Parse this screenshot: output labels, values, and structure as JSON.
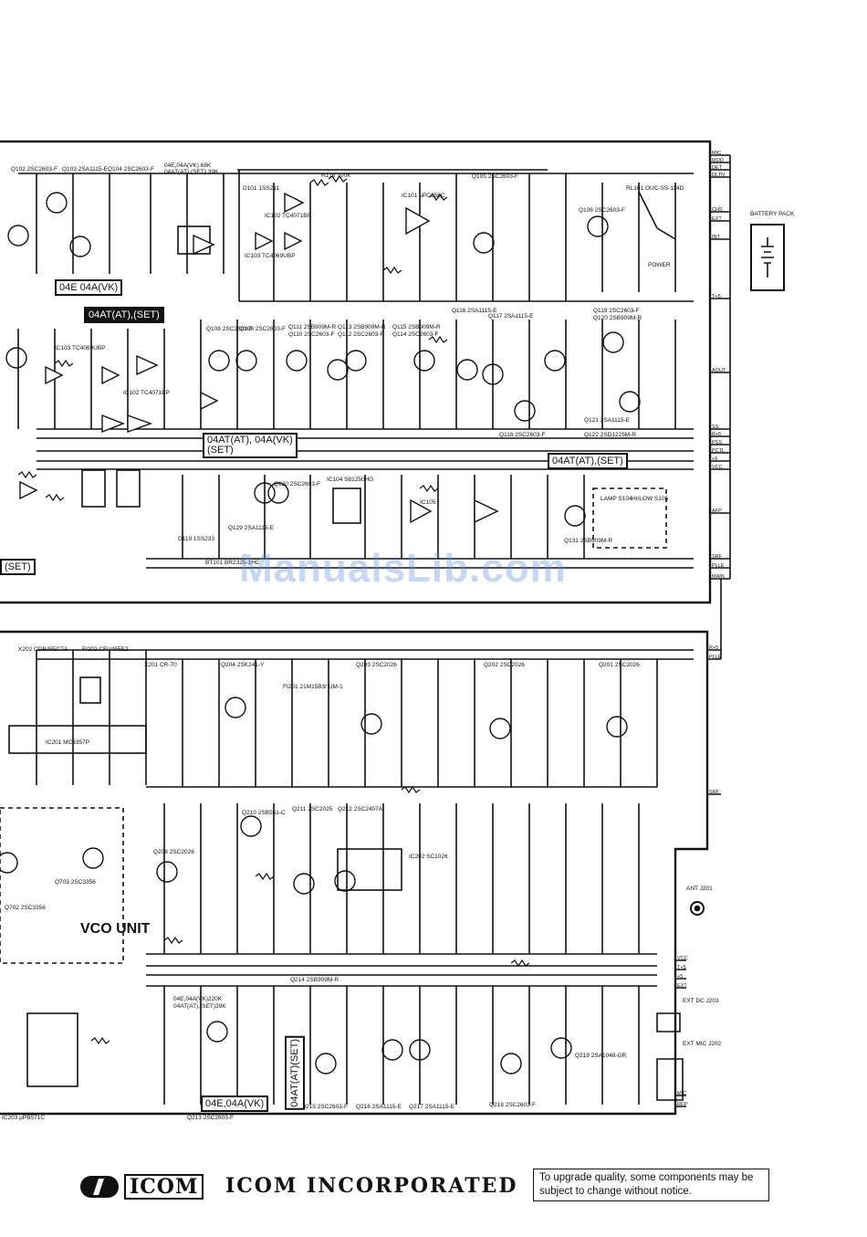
{
  "labels": {
    "q102": "Q102 2SC2603-F",
    "q103": "Q103 2SA1115-E",
    "q104": "Q104 2SC2603-F",
    "note_04e": "04E,04A(VK) 68K",
    "note_04at": "04AT(AT),(SET) 39K",
    "d101": "D101 1SS211",
    "ic101": "IC101 μPC358C",
    "r176": "R176 100K",
    "q105": "Q105 2SC2603-F",
    "ic102a": "IC102 TC4071BP",
    "ic103": "IC103 TC4069UBP",
    "ic102": "IC102 TC4071BP",
    "rl101": "RL101 OUC-SS-114D",
    "q106": "Q106 2SC2603-F",
    "battery": "BATTERY PACK",
    "power": "POWER",
    "q116": "Q116 2SA1115-E",
    "q117": "Q117 2SA1115-E",
    "q119": "Q119 2SC2603-F",
    "q120": "Q120 2SB909M-R",
    "q108": "Q108 2SC2603-F",
    "q109": "Q109 2SC2603-F",
    "q111": "Q111 2SB909M-R",
    "q113": "Q113 2SB909M-R",
    "q115": "Q115 2SB909M-R",
    "q110": "Q110 2SC2603-F",
    "q112": "Q112 2SC2603-F",
    "q114": "Q114 2SC2603-F",
    "q121": "Q121 2SA1115-E",
    "q122": "Q122 2SD1225M-R",
    "q118": "Q118 2SC2603-F",
    "q129": "Q129 2SA1115-E",
    "q120b": "Q120 2SC2603-F",
    "ic104": "IC104 S81250HG",
    "ic105": "IC105",
    "q131": "Q131 2SB909M-R",
    "lamp": "LAMP S104",
    "hilow": "HI/LOW S105",
    "bt101": "BT101 BR2325-1HC",
    "d119": "D119 1SS233",
    "x202": "X202 CDB455C7A",
    "fi202": "FI202 CFU455E2",
    "x201": "X201 CR-70",
    "q204": "Q204 2SK241-Y",
    "q203": "Q203 2SC2026",
    "q202": "Q202 2SC2026",
    "q201": "Q201 2SC2026",
    "fi201": "FI201 21M15B3/ UM-1",
    "ic201": "IC201 MC3357P",
    "q210": "Q210 2SB561-C",
    "q211": "Q211 2SC2025",
    "q212": "Q212 2SC2407A",
    "ic202": "IC202 SC1026",
    "q208": "Q208 2SC2026",
    "q703": "Q703 2SC3356",
    "q702": "Q702 2SC3356",
    "vco": "VCO UNIT",
    "q214": "Q214 2SB909M-R",
    "ant": "ANT J201",
    "ext_dc": "EXT DC J203",
    "ext_mic": "EXT MIC J202",
    "q215": "Q215 2SC2603-F",
    "q216": "Q216 2SA1115-E",
    "q217": "Q217 2SA1115-E",
    "q218": "Q218 2SC2603-F",
    "q219": "Q219 2SA1048-GR",
    "q213": "Q213 2SC2603-F",
    "upb": "IC203 μPB571C",
    "bw_note1": "04E,04A(VK)220K",
    "bw_note2": "04AT(AT),(SET)39K"
  },
  "variant_boxes": {
    "b1": "04E 04A(VK)",
    "b2": "04AT(AT),(SET)",
    "b3": "04AT(AT), 04A(VK)",
    "b3b": "(SET)",
    "b4": "04AT(AT),(SET)",
    "b5": "(SET)",
    "b6": "04E,04A(VK)",
    "b7": "04AT(AT)(SET)"
  },
  "connector_pins_top": [
    "MIC",
    "MOD",
    "DET",
    "DLTN",
    "CHS",
    "EXT",
    "INT",
    "T+5",
    "AOUT",
    "SS",
    "R+5",
    "PSS",
    "PCTL",
    "+5",
    "VCC",
    "AFP",
    "SRF",
    "PLLE",
    "MAIN"
  ],
  "connector_pins_bottom": [
    "R+5",
    "PLLE",
    "SRF",
    "VCC",
    "T+5",
    "+5",
    "EXT",
    "MIC",
    "RFP"
  ],
  "watermark": "ManualsLib.com",
  "footer": {
    "logo_word": "ICOM",
    "company": "ICOM INCORPORATED",
    "notice": "To upgrade quality, some components may be subject to change without notice."
  }
}
